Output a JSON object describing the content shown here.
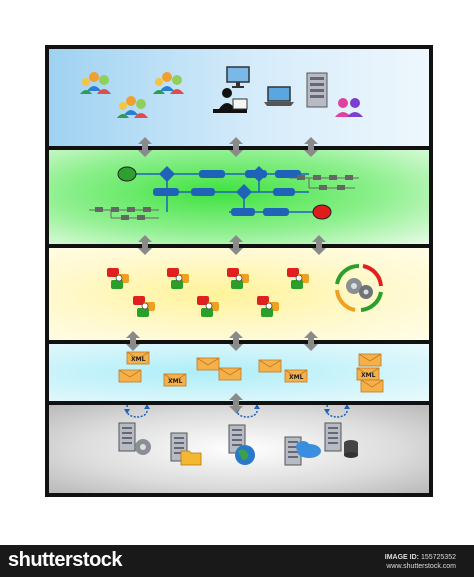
{
  "xml_label": "XML",
  "footer": {
    "logo": "shutterstock",
    "image_id_label": "IMAGE ID:",
    "image_id": "155725352",
    "site": "www.shutterstock.com"
  },
  "colors": {
    "frame": "#111111",
    "arrow": "#8a8a8a",
    "flow_shape": "#1f63b8",
    "flow_start": "#2ea02e",
    "flow_end": "#e01b1b",
    "footer_bg": "#191919"
  },
  "layers": [
    {
      "id": "presentation",
      "icons": [
        "users-group-icon",
        "users-group-icon",
        "users-group-icon",
        "user-at-computer-icon",
        "monitor-icon",
        "laptop-icon",
        "server-icon",
        "user-pair-icon"
      ]
    },
    {
      "id": "process",
      "icons": [
        "flowchart-icon",
        "start-node-icon",
        "decision-icon",
        "end-node-icon"
      ]
    },
    {
      "id": "service",
      "icons": [
        "service-puzzle-icon",
        "gears-cycle-icon"
      ]
    },
    {
      "id": "integration",
      "icons": [
        "xml-envelope-icon"
      ]
    },
    {
      "id": "data",
      "icons": [
        "sync-arrows-icon",
        "server-gear-icon",
        "folder-server-icon",
        "globe-server-icon",
        "cloud-server-icon",
        "database-server-icon"
      ]
    }
  ]
}
